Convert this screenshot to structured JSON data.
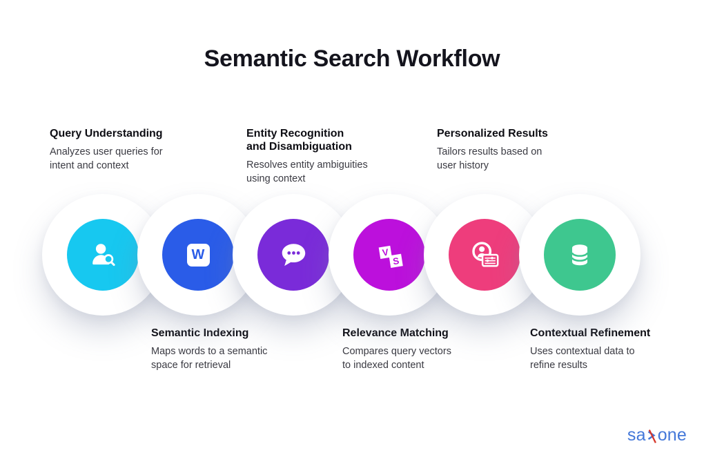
{
  "title": "Semantic Search Workflow",
  "steps": [
    {
      "name": "query-understanding",
      "label_position": "top",
      "heading_lines": [
        "Query Understanding"
      ],
      "description_lines": [
        "Analyzes user queries for",
        "intent and context"
      ],
      "circle_color": "#17c8f0",
      "icon": "user-search-icon"
    },
    {
      "name": "semantic-indexing",
      "label_position": "bottom",
      "heading_lines": [
        "Semantic Indexing"
      ],
      "description_lines": [
        "Maps words to a semantic",
        "space for retrieval"
      ],
      "circle_color": "#2a5ce8",
      "icon": "word-w-icon",
      "icon_letter": "W"
    },
    {
      "name": "entity-recognition-and-disambiguation",
      "label_position": "top",
      "heading_lines": [
        "Entity Recognition",
        "and Disambiguation"
      ],
      "description_lines": [
        "Resolves entity ambiguities",
        "using context"
      ],
      "circle_color": "#7a2bd9",
      "icon": "chat-bubble-icon"
    },
    {
      "name": "relevance-matching",
      "label_position": "bottom",
      "heading_lines": [
        "Relevance Matching"
      ],
      "description_lines": [
        "Compares query vectors",
        "to indexed content"
      ],
      "circle_color": "#bc10dc",
      "icon": "versus-icon",
      "icon_letters": [
        "V",
        "S"
      ]
    },
    {
      "name": "personalized-results",
      "label_position": "top",
      "heading_lines": [
        "Personalized Results"
      ],
      "description_lines": [
        "Tailors results based on",
        "user history"
      ],
      "circle_color": "#ee3d7c",
      "icon": "user-preferences-icon"
    },
    {
      "name": "contextual-refinement",
      "label_position": "bottom",
      "heading_lines": [
        "Contextual Refinement"
      ],
      "description_lines": [
        "Uses contextual data to",
        "refine results"
      ],
      "circle_color": "#3ec78f",
      "icon": "database-icon"
    }
  ],
  "logo": {
    "text_start": "sa",
    "text_end": "one",
    "blue": "#4478d9",
    "red": "#d6382c"
  }
}
